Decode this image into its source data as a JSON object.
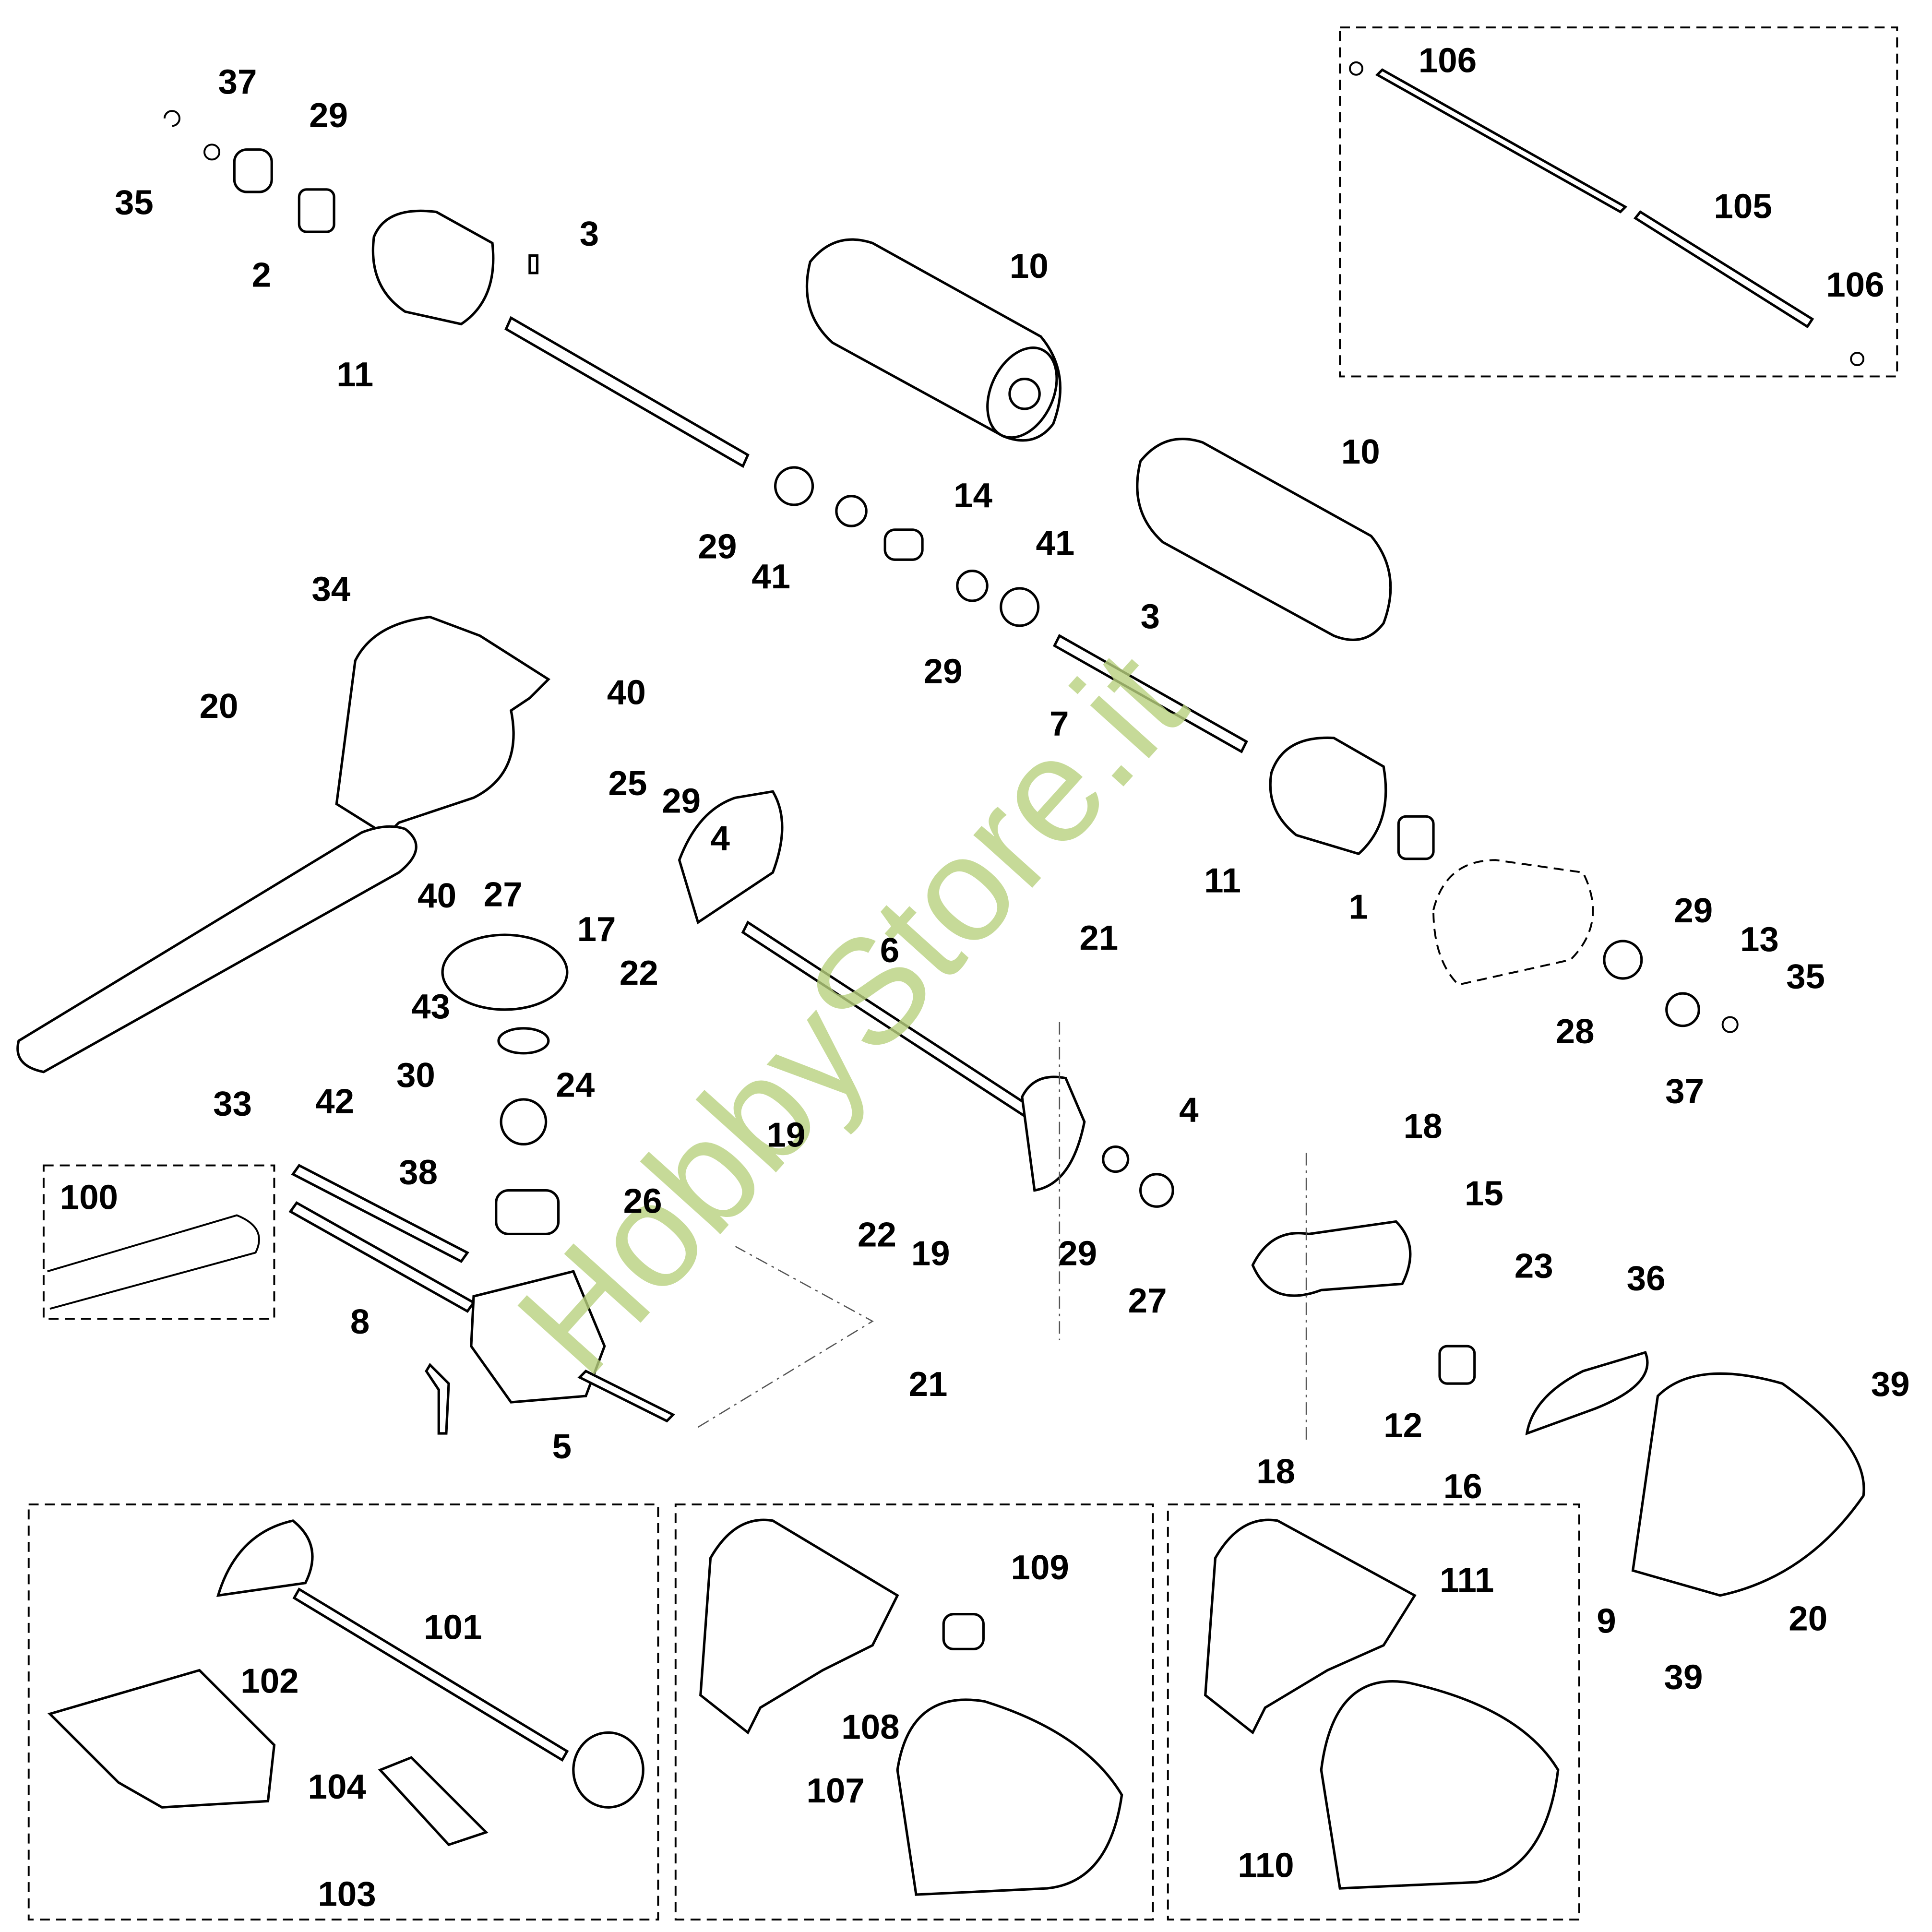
{
  "diagram": {
    "type": "exploded-parts-diagram",
    "watermark": "HobbyStore.it",
    "callouts": [
      "37",
      "29",
      "35",
      "2",
      "11",
      "3",
      "10",
      "29",
      "41",
      "14",
      "41",
      "29",
      "10",
      "3",
      "7",
      "106",
      "105",
      "106",
      "34",
      "20",
      "40",
      "40",
      "27",
      "25",
      "29",
      "4",
      "17",
      "22",
      "6",
      "21",
      "11",
      "1",
      "29",
      "13",
      "35",
      "28",
      "37",
      "43",
      "24",
      "33",
      "30",
      "42",
      "38",
      "26",
      "19",
      "4",
      "18",
      "15",
      "100",
      "22",
      "19",
      "29",
      "27",
      "23",
      "36",
      "8",
      "21",
      "5",
      "12",
      "18",
      "16",
      "39",
      "9",
      "20",
      "39",
      "101",
      "102",
      "104",
      "103",
      "109",
      "108",
      "107",
      "111",
      "110"
    ]
  }
}
